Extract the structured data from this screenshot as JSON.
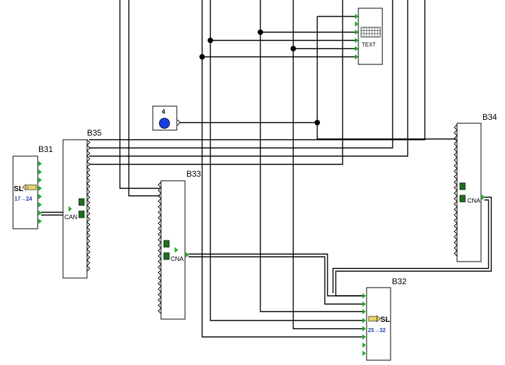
{
  "blocks": {
    "b31": {
      "name": "B31",
      "function": "SL",
      "range": "17→24"
    },
    "b35": {
      "name": "B35",
      "function": "CAN"
    },
    "b33": {
      "name": "B33",
      "function": "CNA"
    },
    "b34": {
      "name": "B34",
      "function": "CNA"
    },
    "b32": {
      "name": "B32",
      "function": "SL",
      "range": "25→32"
    },
    "text_block": {
      "label": "TEXT"
    },
    "constant": {
      "value": "4"
    }
  },
  "colors": {
    "wire": "#000000",
    "port": "#22aa22",
    "led": "#1d6f1d",
    "knob": "#1a3fe0",
    "range": "#1b3fb0"
  }
}
